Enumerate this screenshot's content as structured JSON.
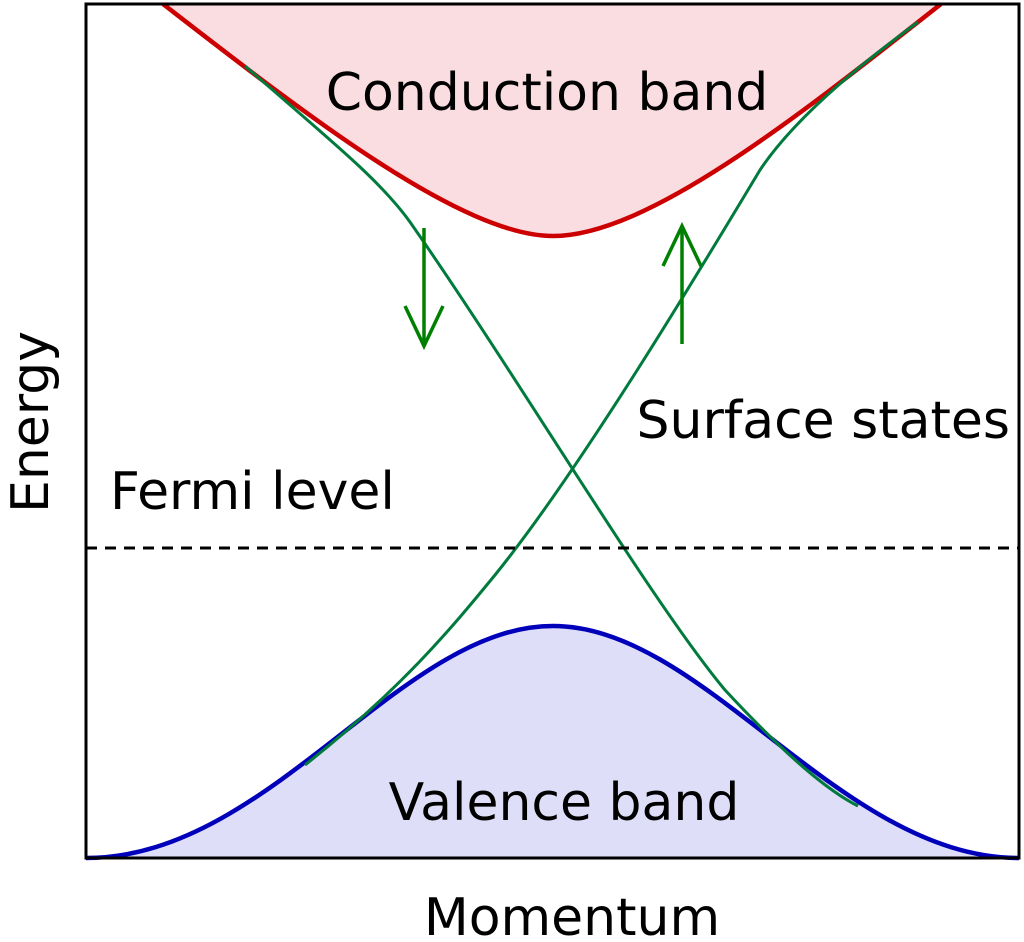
{
  "diagram": {
    "axes": {
      "x_label": "Momentum",
      "y_label": "Energy"
    },
    "labels": {
      "conduction_band": "Conduction band",
      "valence_band": "Valence band",
      "surface_states": "Surface states",
      "fermi_level": "Fermi level"
    },
    "colors": {
      "conduction_line": "#cc0000",
      "conduction_fill": "#fadde1",
      "valence_line": "#0000bb",
      "valence_fill": "#dedef8",
      "surface_states": "#007a3d",
      "spin_arrows": "#008000",
      "fermi_line": "#000000",
      "frame": "#000000"
    },
    "spin_arrows": {
      "left": "down",
      "right": "up"
    }
  }
}
